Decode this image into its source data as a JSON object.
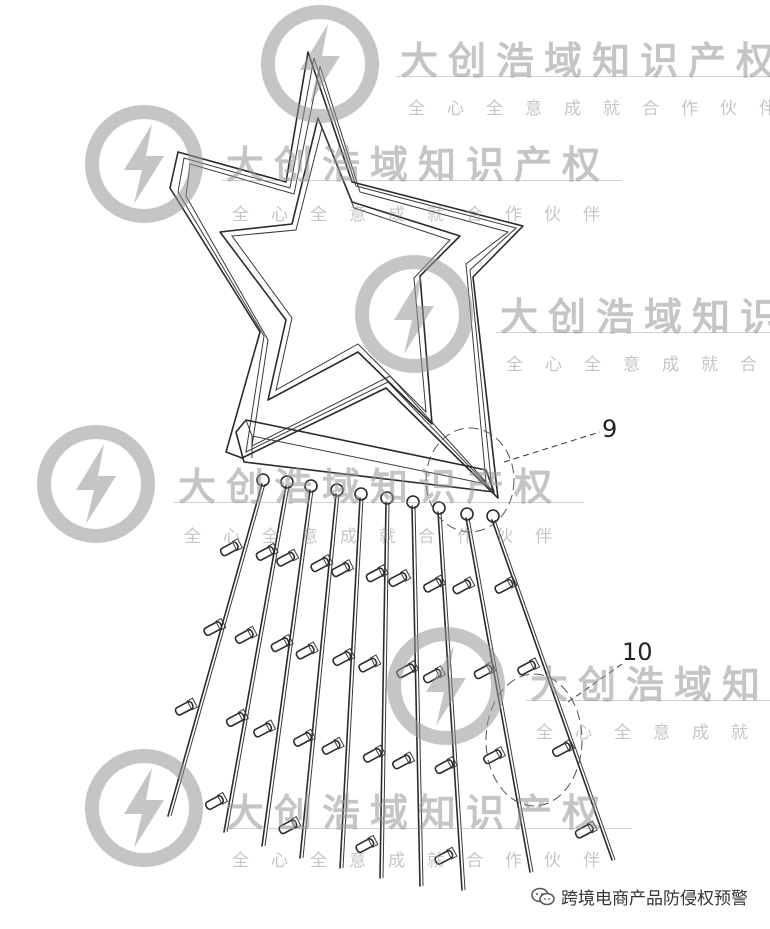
{
  "callouts": {
    "label_9": "9",
    "label_10": "10"
  },
  "watermark": {
    "main_text": "大创浩域知识产权",
    "sub_text": "全心全意成就合作伙伴",
    "color": "#969696"
  },
  "footer": {
    "account": "跨境电商产品防侵权预警",
    "icon": "wechat-icon"
  }
}
